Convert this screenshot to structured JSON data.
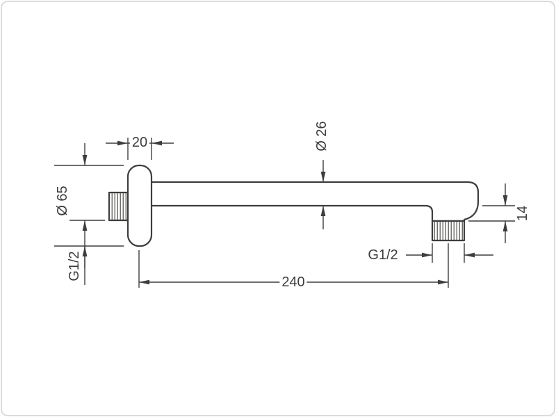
{
  "drawing": {
    "type": "technical-dimension-drawing",
    "subject": "Wall-mounted shower arm, side view",
    "line_color": "#3d3d3c",
    "dimensions": {
      "flange_depth": "20",
      "flange_diameter": "Ø 65",
      "wall_thread": "G1/2",
      "arm_diameter": "Ø 26",
      "outlet_height": "14",
      "outlet_thread": "G1/2",
      "arm_length": "240"
    }
  }
}
